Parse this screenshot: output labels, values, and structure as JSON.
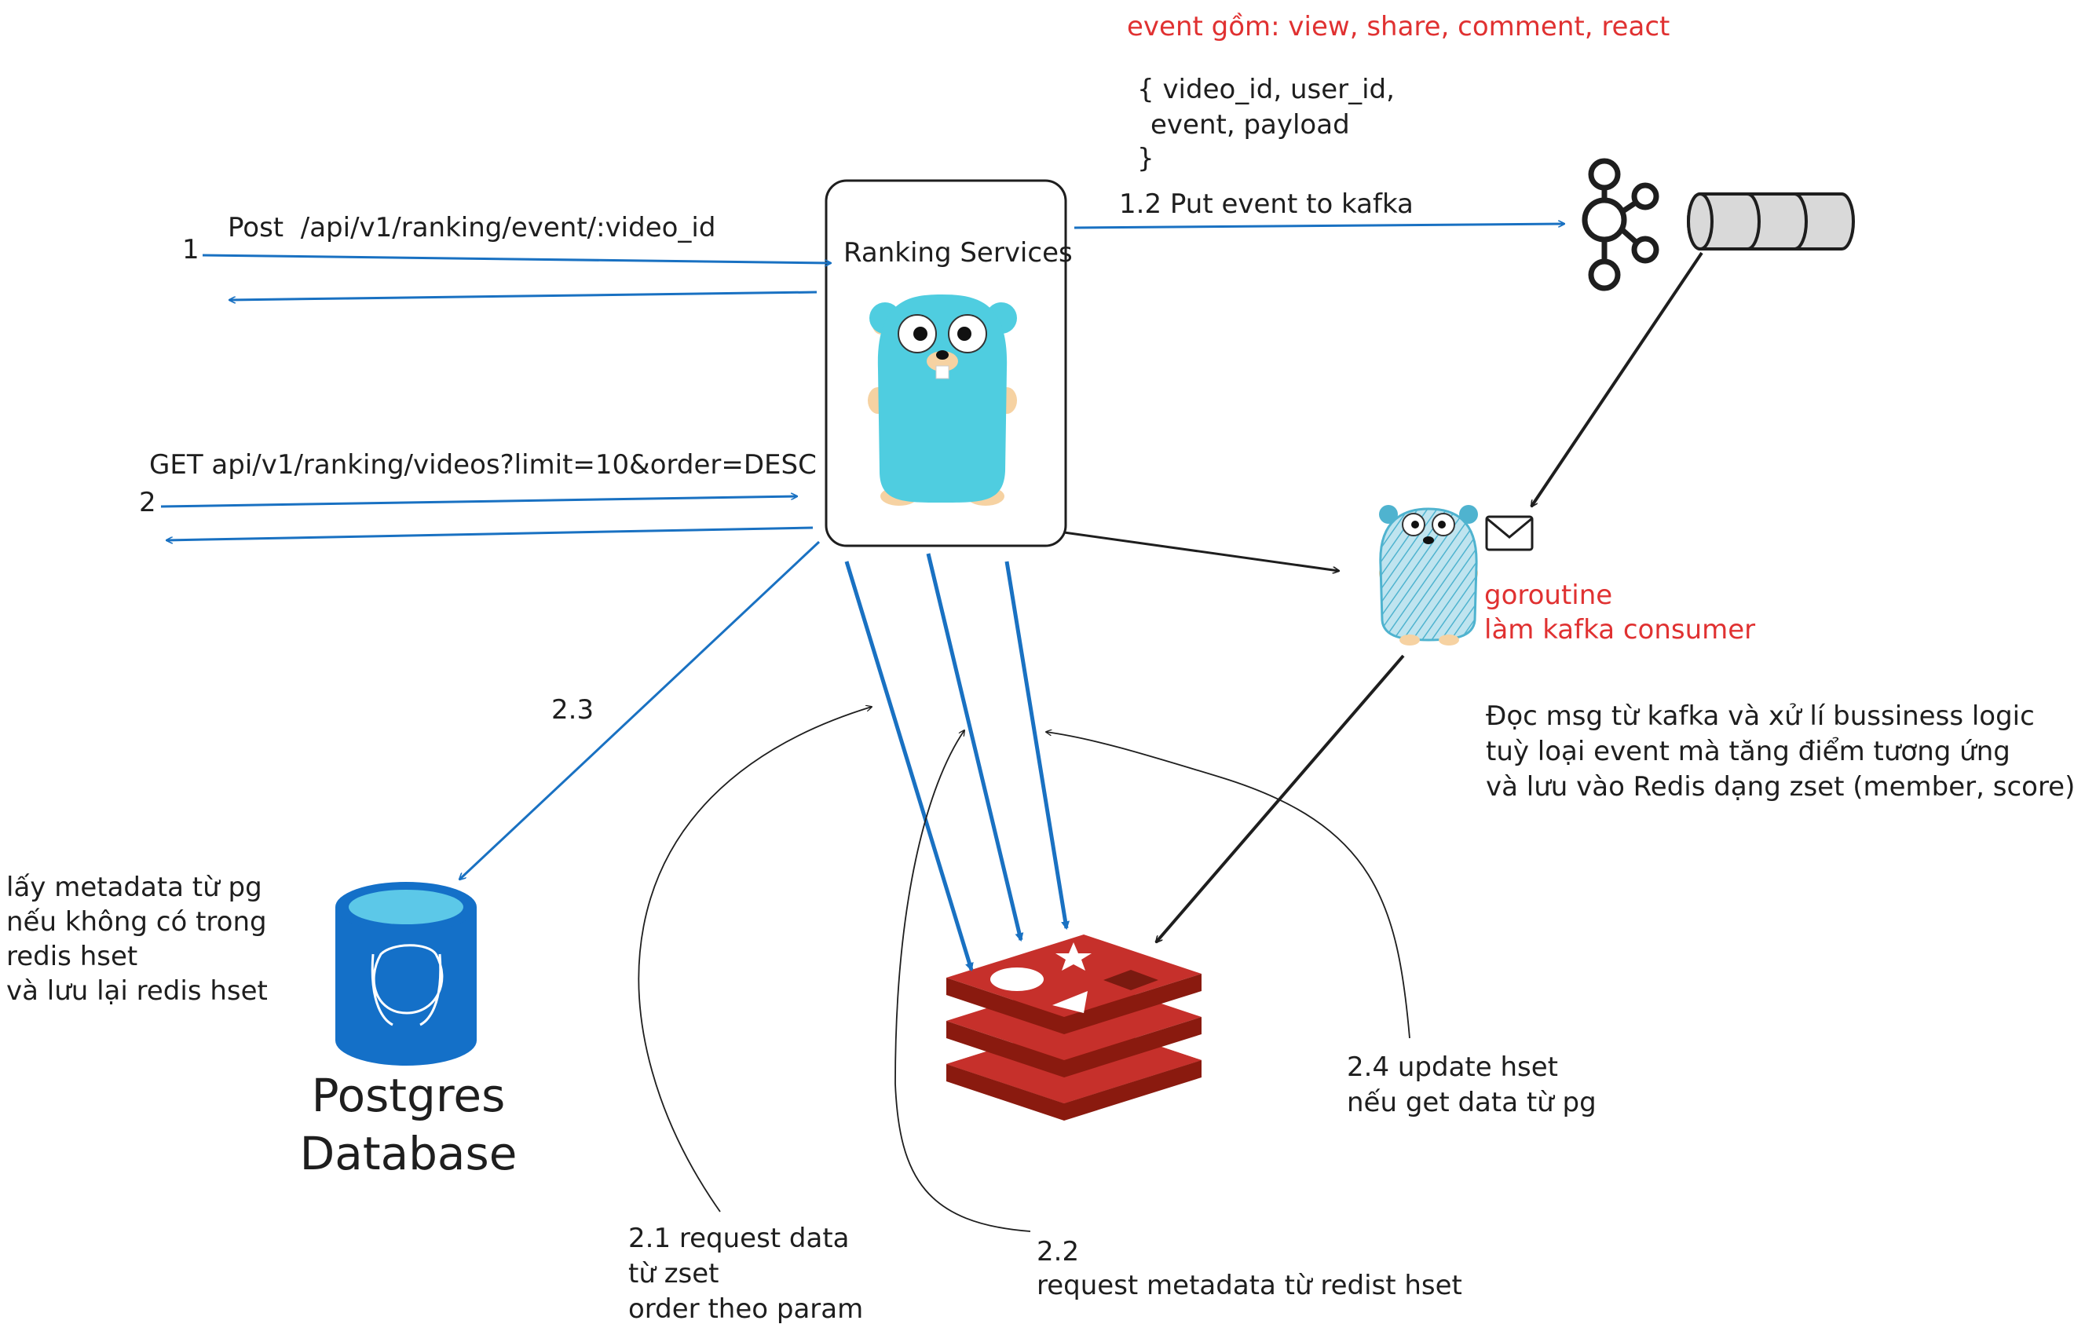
{
  "annotations": {
    "event_types": "event gồm: view, share, comment, react",
    "payload_line1": "{ video_id, user_id,",
    "payload_line2": "event, payload",
    "payload_line3": "}",
    "post_endpoint": "Post  /api/v1/ranking/event/:video_id",
    "step_1": "1",
    "put_kafka": "1.2 Put event to kafka",
    "get_endpoint": "GET api/v1/ranking/videos?limit=10&order=DESC",
    "step_2": "2",
    "step_2_3": "2.3",
    "pg_note_1": "lấy metadata từ pg",
    "pg_note_2": "nếu không có trong",
    "pg_note_3": "redis hset",
    "pg_note_4": "và lưu lại redis hset",
    "consumer_1": "goroutine",
    "consumer_2": "làm kafka consumer",
    "consumer_logic_1": "Đọc msg từ kafka và xử lí bussiness logic",
    "consumer_logic_2": "tuỳ loại event mà tăng điểm tương ứng",
    "consumer_logic_3": "và lưu vào Redis dạng zset (member, score)",
    "step_2_1_a": "2.1 request data",
    "step_2_1_b": "từ zset",
    "step_2_1_c": "order theo param",
    "step_2_2_a": "2.2",
    "step_2_2_b": "request metadata từ redist hset",
    "step_2_4_a": "2.4 update hset",
    "step_2_4_b": "nếu get data từ pg"
  },
  "nodes": {
    "ranking_service": "Ranking Services",
    "postgres_title_1": "Postgres",
    "postgres_title_2": "Database"
  },
  "icons": [
    "gopher-icon",
    "kafka-icon",
    "queue-icon",
    "gopher-consumer-icon",
    "envelope-icon",
    "postgres-icon",
    "redis-icon"
  ],
  "colors": {
    "arrow_blue": "#1971c2",
    "annotation_red": "#e03131",
    "redis_red": "#c6302b",
    "gopher_blue": "#4fcde0",
    "pg_blue": "#1470c8"
  }
}
